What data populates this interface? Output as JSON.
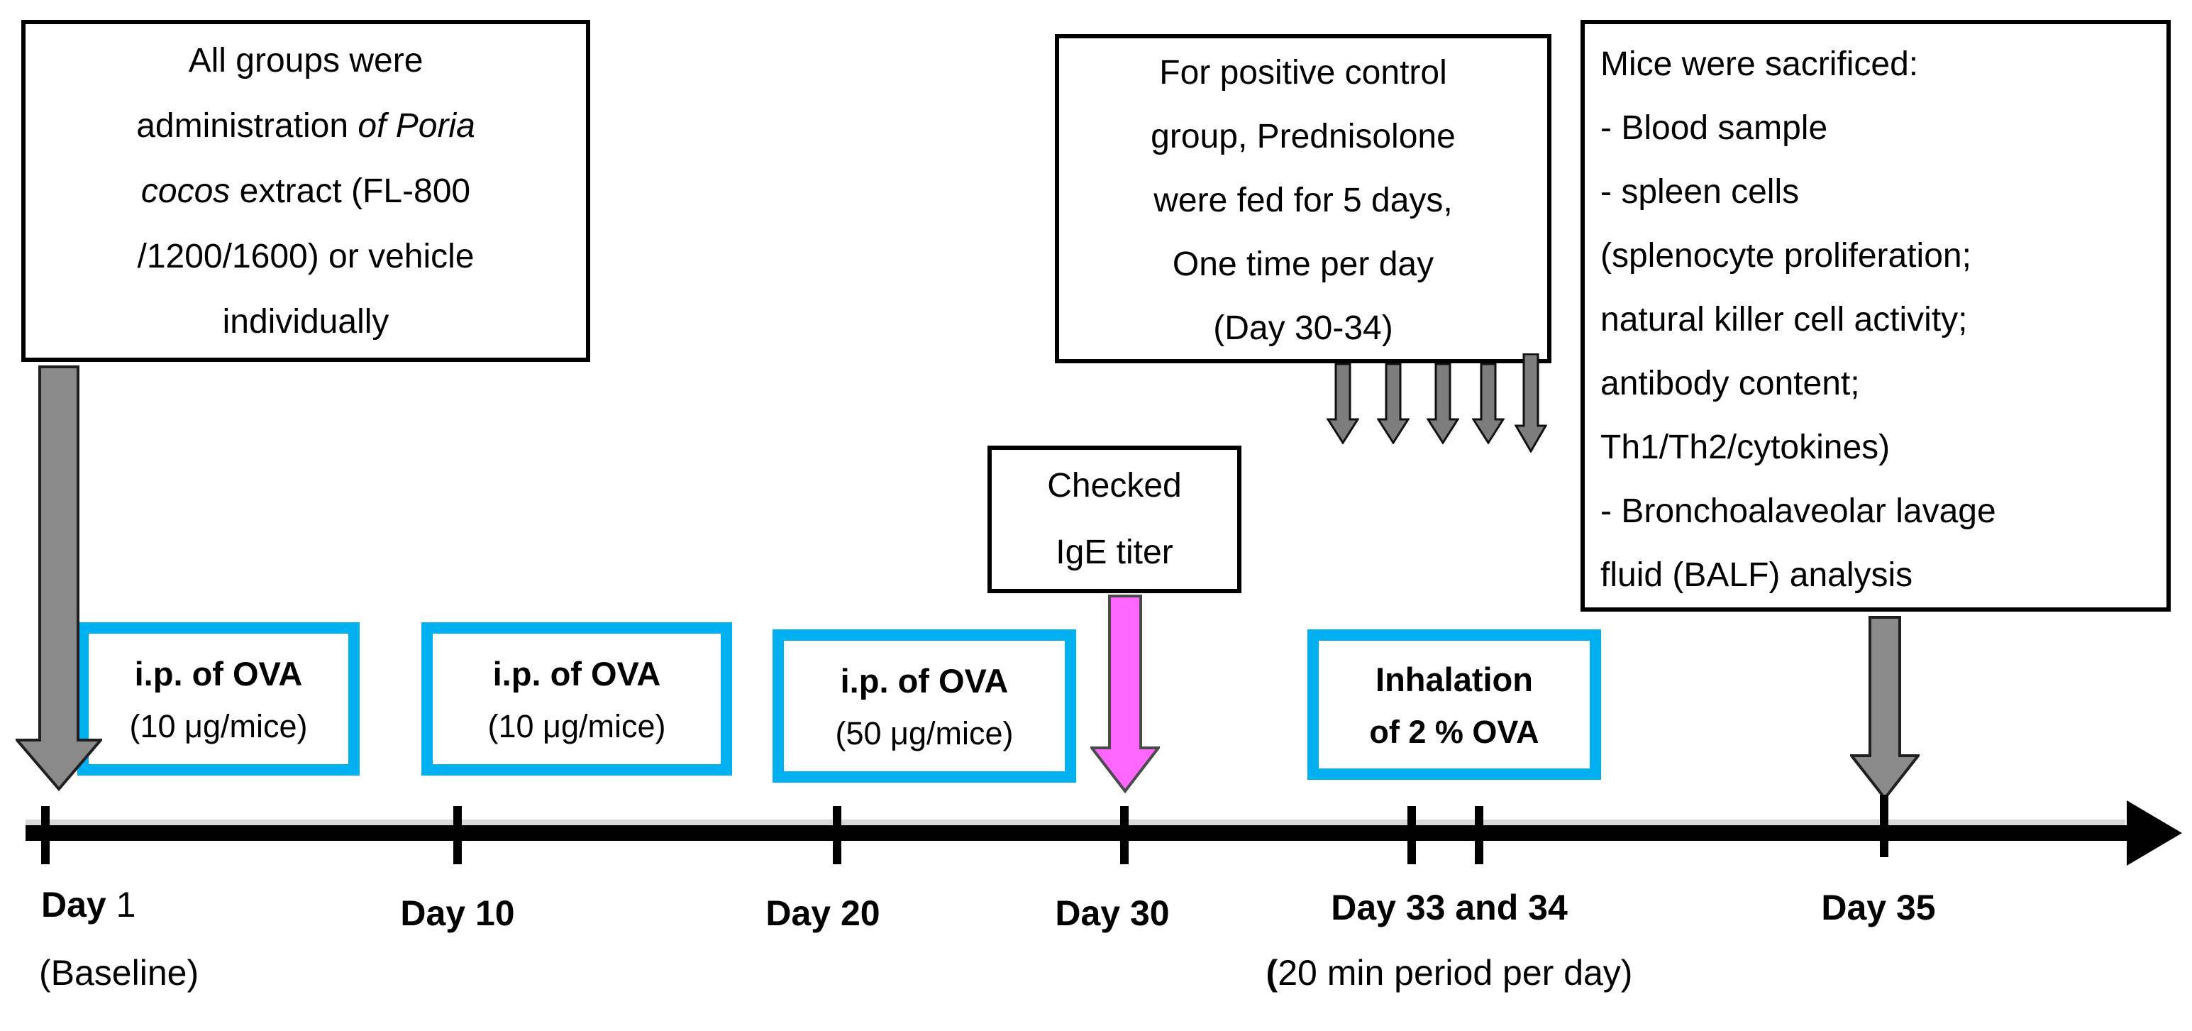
{
  "figure": {
    "colors": {
      "blue_accent": "#00B0F0",
      "pink_arrow": "#FF66FF",
      "gray_arrow": "#8A8A8A",
      "box_border": "#000000",
      "timeline": "#000000"
    },
    "admin_box": {
      "line1": "All groups were",
      "line2_normal": "administration ",
      "line2_italic": "of Poria",
      "line3_italic": "cocos",
      "line3_normal": " extract (FL-800",
      "line4": "/1200/1600) or vehicle",
      "line5": "individually"
    },
    "positive_control_box": {
      "lines": [
        "For positive control",
        "group, Prednisolone",
        "were fed for 5 days,",
        "One time per day",
        "(Day 30-34)"
      ]
    },
    "sacrifice_box": {
      "lines": [
        "Mice were sacrificed:",
        "- Blood sample",
        "- spleen cells",
        "(splenocyte proliferation;",
        "natural killer cell activity;",
        "antibody content;",
        "Th1/Th2/cytokines)",
        "- Bronchoalaveolar lavage",
        "fluid (BALF) analysis"
      ]
    },
    "ige_box": {
      "line1": "Checked",
      "line2": "IgE titer"
    },
    "ova_boxes": [
      {
        "title": "i.p. of OVA",
        "subtitle": "(10 μg/mice)"
      },
      {
        "title": "i.p. of OVA",
        "subtitle": "(10 μg/mice)"
      },
      {
        "title": "i.p. of OVA",
        "subtitle": "(50 μg/mice)"
      },
      {
        "title": "Inhalation",
        "subtitle": "of 2 % OVA"
      }
    ],
    "timeline": {
      "day1_bold": "Day",
      "day1_rest": " 1",
      "baseline": "(Baseline)",
      "day10": "Day 10",
      "day20": "Day 20",
      "day30": "Day 30",
      "day33_34": "Day 33 and 34",
      "period_paren": "(",
      "period_rest": "20 min period per day)",
      "day35": "Day 35"
    }
  }
}
